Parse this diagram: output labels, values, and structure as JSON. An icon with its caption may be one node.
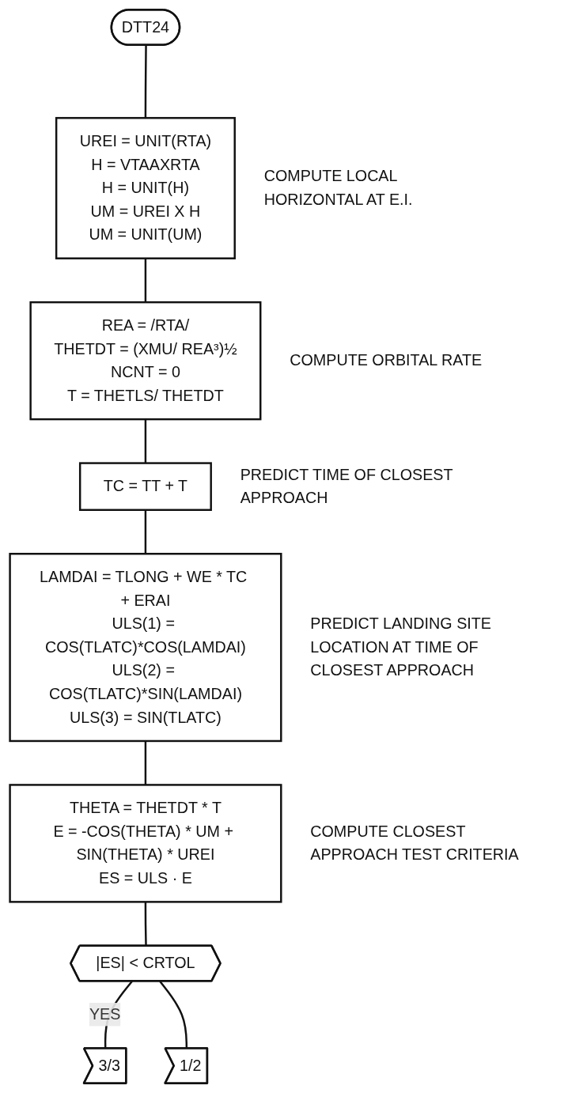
{
  "diagram": {
    "nodes": [
      {
        "text": [
          "DTT24"
        ]
      },
      {
        "text": [
          "UREI = UNIT(RTA)",
          "H = VTAAXRTA",
          "H = UNIT(H)",
          "UM = UREI X H",
          "UM = UNIT(UM)"
        ],
        "beside": [
          "COMPUTE LOCAL HORIZONTAL AT E.I."
        ]
      },
      {
        "text": [
          "REA = /RTA/",
          "THETDT = (XMU/ REA³)½",
          "NCNT = 0",
          "T = THETLS/ THETDT"
        ],
        "beside": [
          "COMPUTE ORBITAL RATE"
        ]
      },
      {
        "text": [
          "TC = TT + T"
        ],
        "beside": [
          "PREDICT TIME OF CLOSEST APPROACH"
        ]
      },
      {
        "text": [
          "LAMDAI = TLONG + WE * TC + ERAI",
          "ULS(1) = COS(TLATC)*COS(LAMDAI)",
          "ULS(2) = COS(TLATC)*SIN(LAMDAI)",
          "ULS(3) = SIN(TLATC)"
        ],
        "beside": [
          "PREDICT LANDING SITE LOCATION AT TIME OF CLOSEST APPROACH"
        ]
      },
      {
        "text": [
          "THETA = THETDT * T",
          "E = -COS(THETA) * UM + SIN(THETA) * UREI",
          "ES = ULS · E"
        ],
        "beside": [
          "COMPUTE CLOSEST APPROACH TEST CRITERIA"
        ]
      },
      {
        "text": [
          "|ES| < CRTOL"
        ]
      },
      {
        "text": [
          "3/3"
        ]
      },
      {
        "text": [
          "1/2"
        ]
      }
    ],
    "edges": [
      {
        "from": 0,
        "to": 1,
        "arrow": "none"
      },
      {
        "from": 1,
        "to": 2,
        "arrow": "none"
      },
      {
        "from": 2,
        "to": 3,
        "arrow": "none"
      },
      {
        "from": 3,
        "to": 4,
        "arrow": "none"
      },
      {
        "from": 4,
        "to": 5,
        "arrow": "none"
      },
      {
        "from": 5,
        "to": 6,
        "arrow": "none"
      },
      {
        "from": 6,
        "to": 7,
        "label": "YES",
        "arrow": "none"
      },
      {
        "from": 6,
        "to": 8,
        "arrow": "none"
      }
    ]
  }
}
